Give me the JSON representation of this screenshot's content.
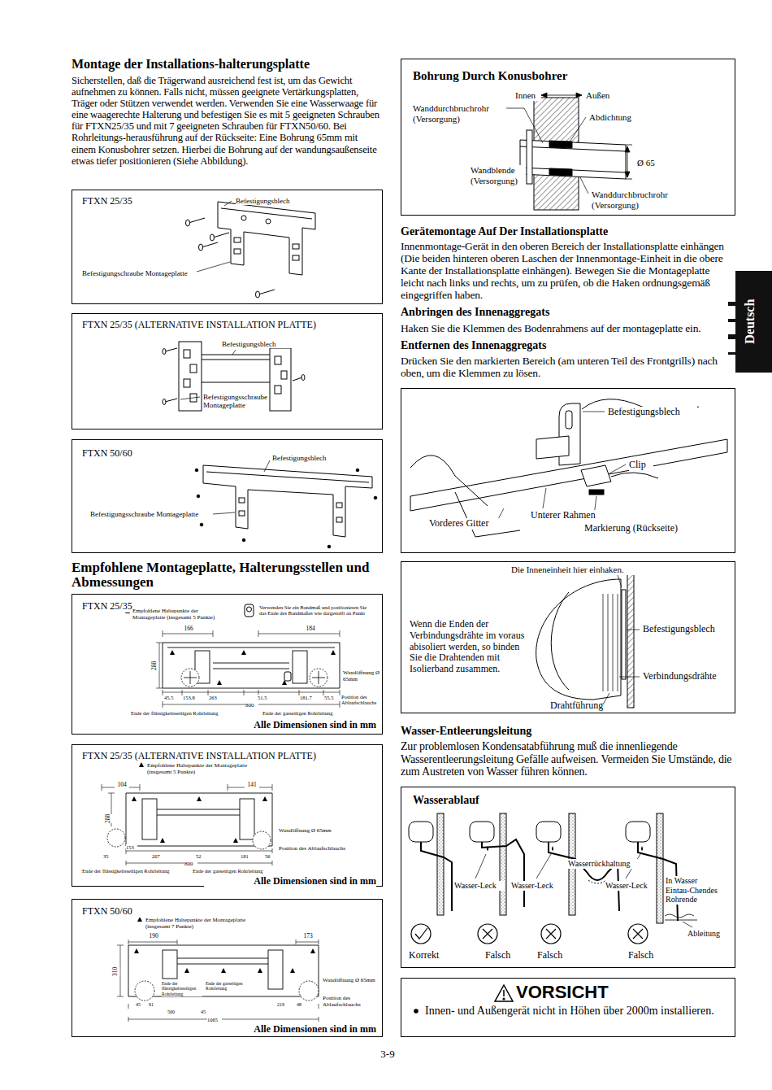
{
  "diagram": {
    "nodes": [
      {
        "text": [
          "FTXN 25/35",
          "Befestigungsblech",
          "Befestigungschraube Montageplatte"
        ]
      },
      {
        "text": [
          "FTXN 25/35 (ALTERNATIVE INSTALLATION PLATTE)",
          "Befestigungsblech",
          "Befestigungsschraube Montageplatte"
        ]
      },
      {
        "text": [
          "FTXN 50/60",
          "Befestigungsblech",
          "Befestigungsschraube Montageplatte"
        ]
      },
      {
        "text": [
          "FTXN 25/35",
          "Empfohlene Haltepunkte der Montageplatte (insgesamt 5 Punkte)",
          "Verwenden Sie ein Bandmaß und positionieren Sie das Ende des Bandmaßes wie dargestellt an Punkt",
          "166",
          "184",
          "288",
          "Wandöffnung Ø 65mm",
          "45.5",
          "153.8",
          "263",
          "51.5",
          "181.7",
          "55.5",
          "800",
          "Position des Ablaufschlauchs",
          "Ende der flüssigkeitsseitigen Rohrleitung",
          "Ende der gasseitigen Rohrleitung",
          "Alle Dimensionen sind in mm"
        ]
      },
      {
        "text": [
          "FTXN 25/35 (ALTERNATIVE INSTALLATION PLATTE)",
          "Empfohlene Haltepunkte der Montageplatte (insgesamt 5 Punkte)",
          "104",
          "141",
          "288",
          "Wandöffnung Ø 65mm",
          "153",
          "35",
          "207",
          "52",
          "181",
          "56",
          "800",
          "Position des Ablaufschlauchs",
          "Ende der flüssigkeitsseitigen Rohrleitung",
          "Ende der gasseitigen Rohrleitung",
          "Alle Dimensionen sind in mm"
        ]
      },
      {
        "text": [
          "FTXN 50/60",
          "Empfohlene Haltepunkte der Montageplatte (insgesamt 7 Punkte)",
          "190",
          "173",
          "310",
          "Wandöffnung Ø 65mm",
          "45",
          "91",
          "Ende der flüssigkeitsseitigen Rohrleitung",
          "Ende der gasseitigen Rohrleitung",
          "45",
          "500",
          "219",
          "48",
          "1065",
          "Position des Ablaufschlauchs",
          "Alle Dimensionen sind in mm"
        ]
      },
      {
        "text": [
          "Bohrung Durch Konusbohrer",
          "Innen",
          "Außen",
          "Wanddurchbruchrohr (Versorgung)",
          "Abdichtung",
          "Ø 65",
          "Wandblende (Versorgung)",
          "Wanddurchbruchrohr (Versorgung)"
        ]
      },
      {
        "text": [
          "Befestigungsblech",
          "Clip",
          "Vorderes Gitter",
          "Unterer Rahmen",
          "Markierung (Rückseite)"
        ]
      },
      {
        "text": [
          "Die Inneneinheit hier einhaken.",
          "Wenn die Enden der Verbindungsdrähte im voraus abisoliert werden, so binden Sie die Drahtenden mit Isolierband zusammen.",
          "Befestigungsblech",
          "Verbindungsdrähte",
          "Drahtführung"
        ]
      },
      {
        "text": [
          "Wasserablauf",
          "Wasser-Leck",
          "Wasser-Leck",
          "Wasserrückhaltung",
          "Wasser-Leck",
          "In Wasser Eintau-Chendes Rohrende",
          "Ableitung",
          "Korrekt",
          "Falsch",
          "Falsch",
          "Falsch"
        ]
      },
      {
        "text": [
          "VORSICHT",
          "Innen- und Außengerät nicht in Höhen über 2000m installieren."
        ]
      },
      {
        "text": [
          "Deutsch"
        ]
      }
    ],
    "labels": [
      "Montage der Installations-halterungsplatte",
      "Sicherstellen, daß die Trägerwand ausreichend fest ist, um das Gewicht aufnehmen zu können. Falls nicht, müssen geeignete Vertärkungsplatten, Träger oder Stützen verwendet werden. Verwenden Sie eine Wasserwaage für eine waagerechte Halterung und befestigen Sie es mit 5 geeigneten Schrauben für FTXN25/35 und mit 7 geeigneten Schrauben für FTXN50/60. Bei Rohrleitungs-herausführung auf der Rückseite: Eine Bohrung 65mm mit einem Konusbohrer setzen. Hierbei die Bohrung auf der wandungsaußenseite etwas tiefer positionieren (Siehe Abbildung).",
      "Empfohlene Montageplatte, Halterungsstellen und Abmessungen",
      "Gerätemontage Auf Der Installationsplatte",
      "Innenmontage-Gerät in den oberen Bereich der Installationsplatte einhängen (Die beiden hinteren oberen Laschen der Innenmontage-Einheit in die obere Kante der Installationsplatte einhängen). Bewegen Sie die Montageplatte leicht nach links und rechts, um zu prüfen, ob die Haken ordnungsgemäß eingegriffen haben.",
      "Anbringen des Innenaggregats",
      "Haken Sie die Klemmen des Bodenrahmens auf der montageplatte ein.",
      "Entfernen des Innenaggregats",
      "Drücken Sie den markierten Bereich (am unteren Teil des Frontgrills) nach oben, um die Klemmen zu lösen.",
      "Wasser-Entleerungsleitung",
      "Zur problemlosen Kondensatabführung muß die innenliegende Wasserentleerungsleitung Gefälle aufweisen. Vermeiden Sie Umstände, die zum Austreten von Wasser führen können.",
      "3-9"
    ]
  }
}
